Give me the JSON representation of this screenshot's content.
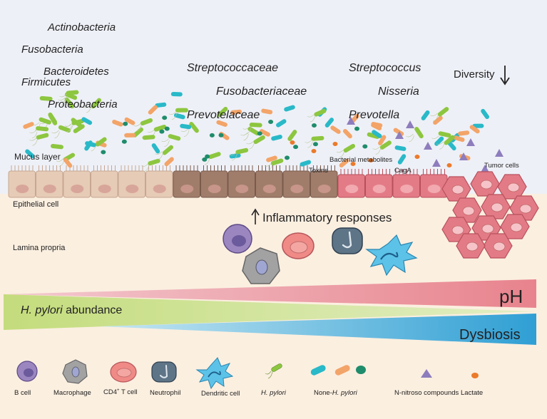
{
  "taxa": {
    "left": [
      "Actinobacteria",
      "Fusobacteria",
      "Bacteroidetes",
      "Firmicutes",
      "Proteobacteria"
    ],
    "middle": [
      "Streptococcaceae",
      "Fusobacteriaceae",
      "Prevotelaceae"
    ],
    "right": [
      "Streptococcus",
      "Nisseria",
      "Prevotella"
    ]
  },
  "diversity": {
    "label": "Diversity",
    "arrow": "↓"
  },
  "layers": {
    "mucus": "Mucus layer",
    "epithelial": "Epithelial cell",
    "lamina": "Lamina propria"
  },
  "annotations": {
    "toxins": "Toxins",
    "metabolites": "Bacterial metabolites",
    "caga": "CagA",
    "tumor": "Tumor cells",
    "inflammatory": "Inflammatory responses",
    "inflammatory_arrow": "↑"
  },
  "gradients": {
    "ph": "pH",
    "hpylori_species": "H. pylori",
    "hpylori_suffix": " abundance",
    "dysbiosis": "Dysbiosis"
  },
  "legend": {
    "b_cell": "B cell",
    "macrophage": "Macrophage",
    "cd4_prefix": "CD4",
    "cd4_sup": "+",
    "cd4_suffix": " T cell",
    "neutrophil": "Neutrophil",
    "dendritic": "Dendritic cell",
    "hpylori": "H. pylori",
    "none_prefix": "None-",
    "none_species": "H. pylori",
    "nitroso": "N-nitroso compounds",
    "lactate": "Lactate"
  },
  "colors": {
    "lumen": "#eef0f7",
    "tissue": "#fbefe0",
    "healthy_cell": "#e6cbb6",
    "inflamed_cell": "#a07d6b",
    "cancer_cell": "#e37b86",
    "hpylori": "#8dc63f",
    "teal_bacteria": "#29b9c8",
    "orange_bacteria": "#f3a468",
    "green_bacteria": "#1f8c6b",
    "nitroso": "#8e7dbd",
    "lactate": "#ec7a2b",
    "ph_band": "#ef9aa2",
    "hpylori_band": "#c2da7e",
    "dysbiosis_band": "#37a7d8"
  }
}
